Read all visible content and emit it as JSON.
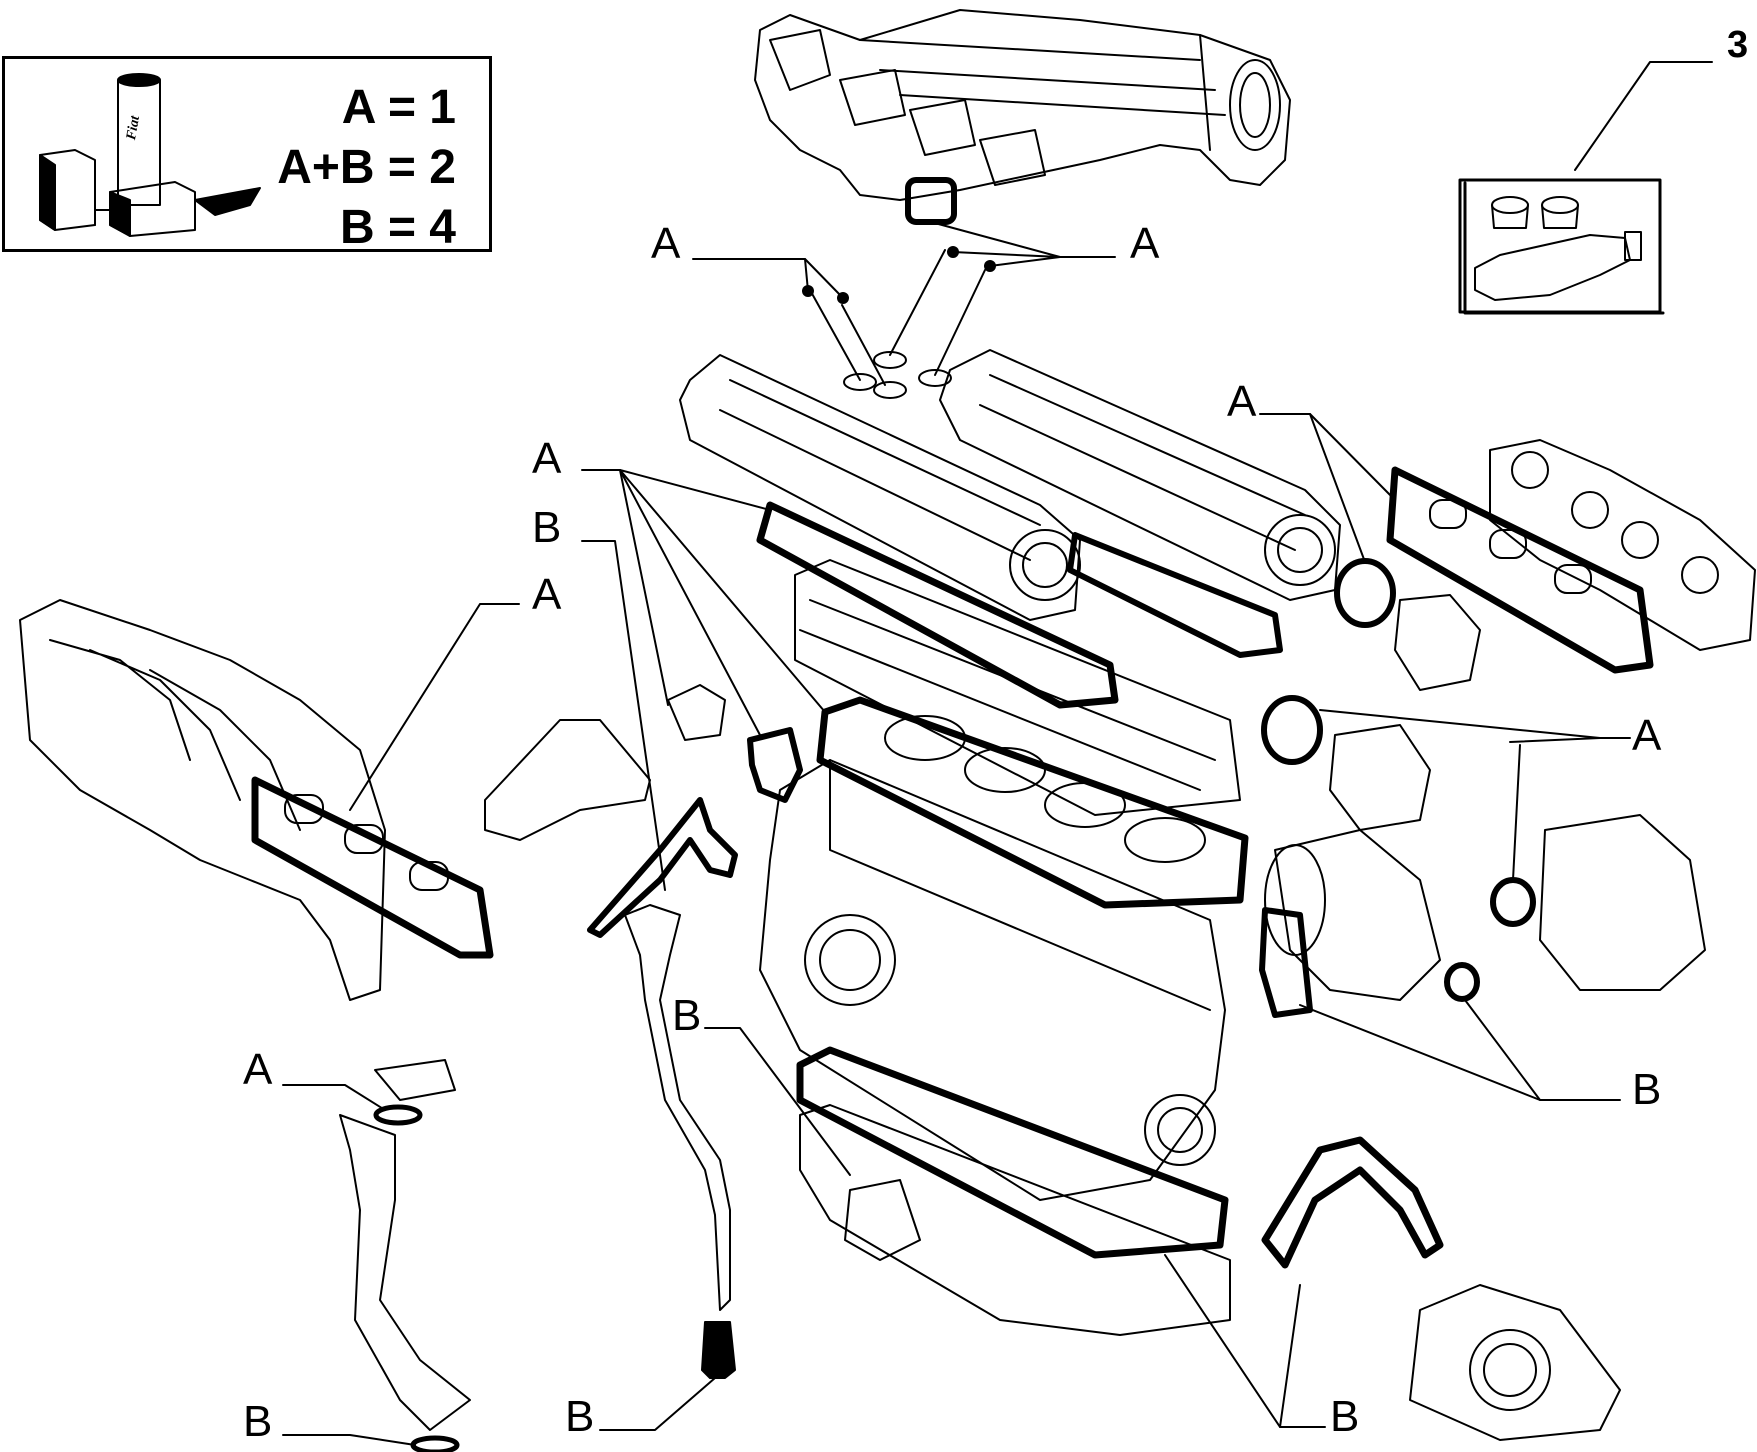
{
  "legend": {
    "lines": [
      "A = 1",
      "A+B = 2",
      "B = 4"
    ],
    "brand": "Fiat"
  },
  "kit_reference": "3",
  "callouts": {
    "a_valves": "A",
    "a_intake_top": "A",
    "a_exhaust_right": "A",
    "a_head_gaskets": "A",
    "b_timing_cover": "B",
    "a_left_manifold": "A",
    "a_water_pump": "A",
    "b_water_pump": "B",
    "b_oil_pump": "B",
    "a_filler_cap": "A",
    "b_dipstick_plug": "B",
    "b_filler_pipe": "B",
    "b_rear_seal": "B"
  },
  "colors": {
    "ink": "#000000",
    "paper": "#ffffff",
    "gasket": "#000000"
  }
}
